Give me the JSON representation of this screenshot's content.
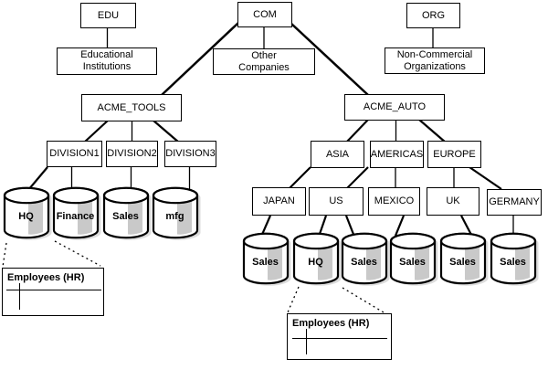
{
  "domains": {
    "edu": {
      "label": "EDU",
      "description": "Educational\nInstitutions"
    },
    "com": {
      "label": "COM",
      "description": "Other\nCompanies"
    },
    "org": {
      "label": "ORG",
      "description": "Non-Commercial\nOrganizations"
    }
  },
  "organizations": {
    "acme_tools": {
      "label": "ACME_TOOLS"
    },
    "acme_auto": {
      "label": "ACME_AUTO"
    }
  },
  "divisions": [
    {
      "label": "DIVISION1"
    },
    {
      "label": "DIVISION2"
    },
    {
      "label": "DIVISION3"
    }
  ],
  "regions": [
    {
      "label": "ASIA"
    },
    {
      "label": "AMERICAS"
    },
    {
      "label": "EUROPE"
    }
  ],
  "countries": [
    {
      "label": "JAPAN"
    },
    {
      "label": "US"
    },
    {
      "label": "MEXICO"
    },
    {
      "label": "UK"
    },
    {
      "label": "GERMANY"
    }
  ],
  "tools_databases": [
    {
      "label": "HQ"
    },
    {
      "label": "Finance"
    },
    {
      "label": "Sales"
    },
    {
      "label": "mfg"
    }
  ],
  "auto_databases": [
    {
      "label": "Sales"
    },
    {
      "label": "HQ"
    },
    {
      "label": "Sales"
    },
    {
      "label": "Sales"
    },
    {
      "label": "Sales"
    },
    {
      "label": "Sales"
    }
  ],
  "callouts": {
    "tools_hq": {
      "title": "Employees (HR)"
    },
    "auto_hq": {
      "title": "Employees (HR)"
    }
  },
  "colors": {
    "line": "#000000",
    "box_background": "#ffffff",
    "cylinder_band": "#c9c9c9",
    "cylinder_shadow": "#dcdcdc"
  }
}
